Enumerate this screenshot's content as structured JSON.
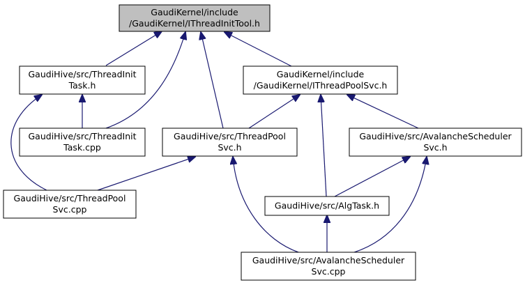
{
  "colors": {
    "edge": "#191970",
    "node_fill": "#ffffff",
    "root_fill": "#bfbfbf",
    "border": "#000000"
  },
  "nodes": [
    {
      "id": "ithreadinittool_h",
      "lines": [
        "GaudiKernel/include",
        "/GaudiKernel/IThreadInitTool.h"
      ],
      "highlighted": true
    },
    {
      "id": "threadinittask_h",
      "lines": [
        "GaudiHive/src/ThreadInit",
        "Task.h"
      ]
    },
    {
      "id": "ithreadpoolsvc_h",
      "lines": [
        "GaudiKernel/include",
        "/GaudiKernel/IThreadPoolSvc.h"
      ]
    },
    {
      "id": "threadinittask_cpp",
      "lines": [
        "GaudiHive/src/ThreadInit",
        "Task.cpp"
      ]
    },
    {
      "id": "threadpoolsvc_h",
      "lines": [
        "GaudiHive/src/ThreadPool",
        "Svc.h"
      ]
    },
    {
      "id": "avalanchescheduler_h",
      "lines": [
        "GaudiHive/src/AvalancheScheduler",
        "Svc.h"
      ]
    },
    {
      "id": "threadpoolsvc_cpp",
      "lines": [
        "GaudiHive/src/ThreadPool",
        "Svc.cpp"
      ]
    },
    {
      "id": "algtask_h",
      "lines": [
        "GaudiHive/src/AlgTask.h"
      ]
    },
    {
      "id": "avalanchescheduler_cpp",
      "lines": [
        "GaudiHive/src/AvalancheScheduler",
        "Svc.cpp"
      ]
    }
  ],
  "edges": [
    {
      "from": "ithreadinittool_h",
      "to": "threadinittask_h"
    },
    {
      "from": "ithreadinittool_h",
      "to": "threadinittask_cpp"
    },
    {
      "from": "ithreadinittool_h",
      "to": "threadpoolsvc_h"
    },
    {
      "from": "ithreadinittool_h",
      "to": "ithreadpoolsvc_h"
    },
    {
      "from": "threadinittask_h",
      "to": "threadinittask_cpp"
    },
    {
      "from": "threadinittask_h",
      "to": "threadpoolsvc_cpp"
    },
    {
      "from": "ithreadpoolsvc_h",
      "to": "threadpoolsvc_h"
    },
    {
      "from": "ithreadpoolsvc_h",
      "to": "algtask_h"
    },
    {
      "from": "ithreadpoolsvc_h",
      "to": "avalanchescheduler_h"
    },
    {
      "from": "threadpoolsvc_h",
      "to": "threadpoolsvc_cpp"
    },
    {
      "from": "threadpoolsvc_h",
      "to": "avalanchescheduler_cpp"
    },
    {
      "from": "avalanchescheduler_h",
      "to": "algtask_h"
    },
    {
      "from": "avalanchescheduler_h",
      "to": "avalanchescheduler_cpp"
    },
    {
      "from": "algtask_h",
      "to": "avalanchescheduler_cpp"
    }
  ]
}
